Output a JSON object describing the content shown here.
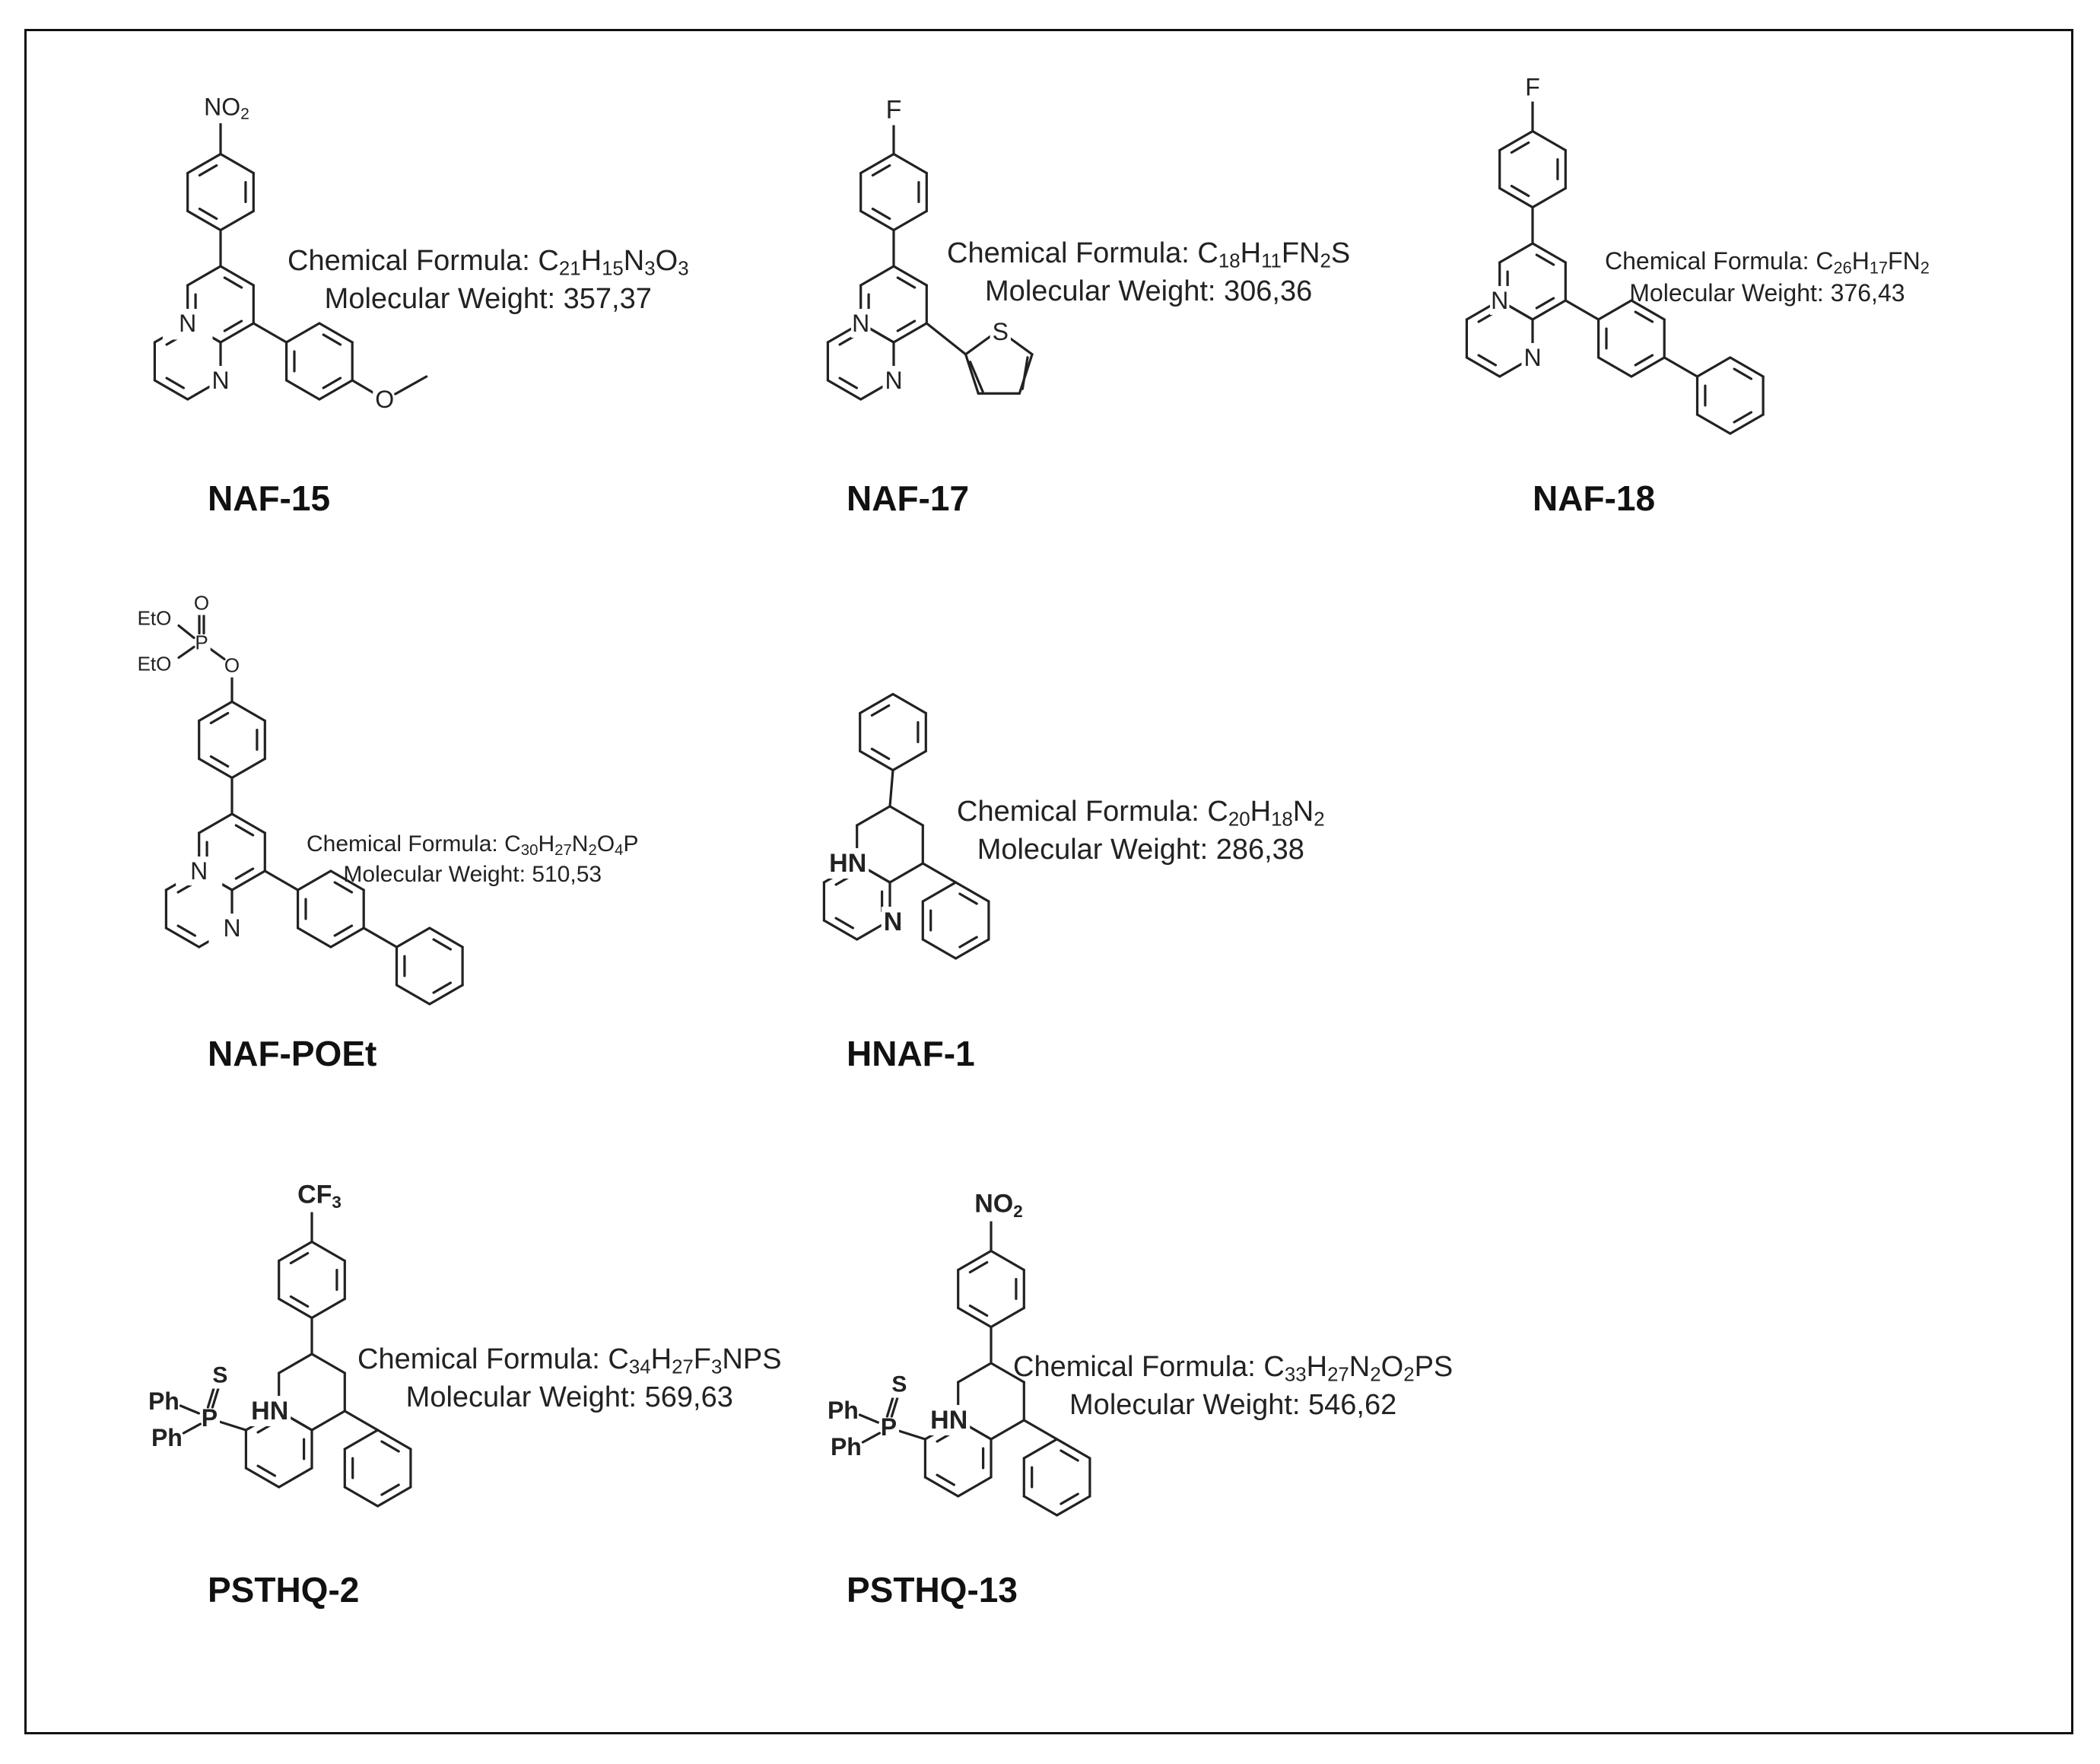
{
  "compounds": [
    {
      "id": "naf15",
      "name": "NAF-15",
      "formula_label": "Chemical Formula: ",
      "formula": [
        [
          "C",
          "21"
        ],
        [
          "H",
          "15"
        ],
        [
          "N",
          "3"
        ],
        [
          "O",
          "3"
        ]
      ],
      "mw_label": "Molecular Weight: ",
      "mw": "357,37",
      "atoms": [
        "NO2",
        "N",
        "N",
        "O"
      ]
    },
    {
      "id": "naf17",
      "name": "NAF-17",
      "formula_label": "Chemical Formula: ",
      "formula": [
        [
          "C",
          "18"
        ],
        [
          "H",
          "11"
        ],
        [
          "F",
          ""
        ],
        [
          "N",
          "2"
        ],
        [
          "S",
          ""
        ]
      ],
      "mw_label": "Molecular Weight: ",
      "mw": "306,36",
      "atoms": [
        "F",
        "N",
        "N",
        "S"
      ]
    },
    {
      "id": "naf18",
      "name": "NAF-18",
      "formula_label": "Chemical Formula: ",
      "formula": [
        [
          "C",
          "26"
        ],
        [
          "H",
          "17"
        ],
        [
          "F",
          ""
        ],
        [
          "N",
          "2"
        ]
      ],
      "mw_label": "Molecular Weight: ",
      "mw": "376,43",
      "atoms": [
        "F",
        "N",
        "N"
      ]
    },
    {
      "id": "nafpoet",
      "name": "NAF-POEt",
      "formula_label": "Chemical Formula: ",
      "formula": [
        [
          "C",
          "30"
        ],
        [
          "H",
          "27"
        ],
        [
          "N",
          "2"
        ],
        [
          "O",
          "4"
        ],
        [
          "P",
          ""
        ]
      ],
      "mw_label": "Molecular Weight: ",
      "mw": "510,53",
      "atoms": [
        "EtO",
        "EtO",
        "P",
        "O",
        "O",
        "N",
        "N"
      ]
    },
    {
      "id": "hnaf1",
      "name": "HNAF-1",
      "formula_label": "Chemical Formula: ",
      "formula": [
        [
          "C",
          "20"
        ],
        [
          "H",
          "18"
        ],
        [
          "N",
          "2"
        ]
      ],
      "mw_label": "Molecular Weight: ",
      "mw": "286,38",
      "atoms": [
        "HN",
        "N"
      ]
    },
    {
      "id": "psthq2",
      "name": "PSTHQ-2",
      "formula_label": "Chemical Formula: ",
      "formula": [
        [
          "C",
          "34"
        ],
        [
          "H",
          "27"
        ],
        [
          "F",
          "3"
        ],
        [
          "N",
          ""
        ],
        [
          "P",
          ""
        ],
        [
          "S",
          ""
        ]
      ],
      "mw_label": "Molecular Weight: ",
      "mw": "569,63",
      "atoms": [
        "CF3",
        "HN",
        "Ph",
        "Ph",
        "P",
        "S"
      ]
    },
    {
      "id": "psthq13",
      "name": "PSTHQ-13",
      "formula_label": "Chemical Formula: ",
      "formula": [
        [
          "C",
          "33"
        ],
        [
          "H",
          "27"
        ],
        [
          "N",
          "2"
        ],
        [
          "O",
          "2"
        ],
        [
          "P",
          ""
        ],
        [
          "S",
          ""
        ]
      ],
      "mw_label": "Molecular Weight: ",
      "mw": "546,62",
      "atoms": [
        "NO2",
        "HN",
        "Ph",
        "Ph",
        "P",
        "S"
      ]
    }
  ]
}
